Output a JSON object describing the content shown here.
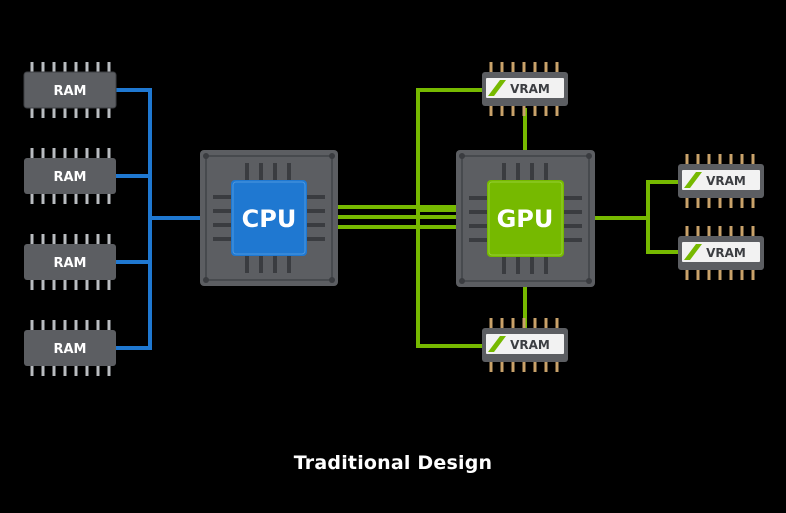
{
  "diagram": {
    "caption": "Traditional Design",
    "colors": {
      "background": "#000000",
      "cpu_bus": "#1f78d1",
      "gpu_bus": "#76b900",
      "chip_body": "#5c5e62",
      "pin_gold": "#c9a26a",
      "pin_silver": "#b9bcc0"
    },
    "cpu": {
      "label": "CPU"
    },
    "gpu": {
      "label": "GPU"
    },
    "ram_modules": [
      {
        "label": "RAM"
      },
      {
        "label": "RAM"
      },
      {
        "label": "RAM"
      },
      {
        "label": "RAM"
      }
    ],
    "vram_modules": [
      {
        "label": "VRAM"
      },
      {
        "label": "VRAM"
      },
      {
        "label": "VRAM"
      },
      {
        "label": "VRAM"
      }
    ]
  }
}
